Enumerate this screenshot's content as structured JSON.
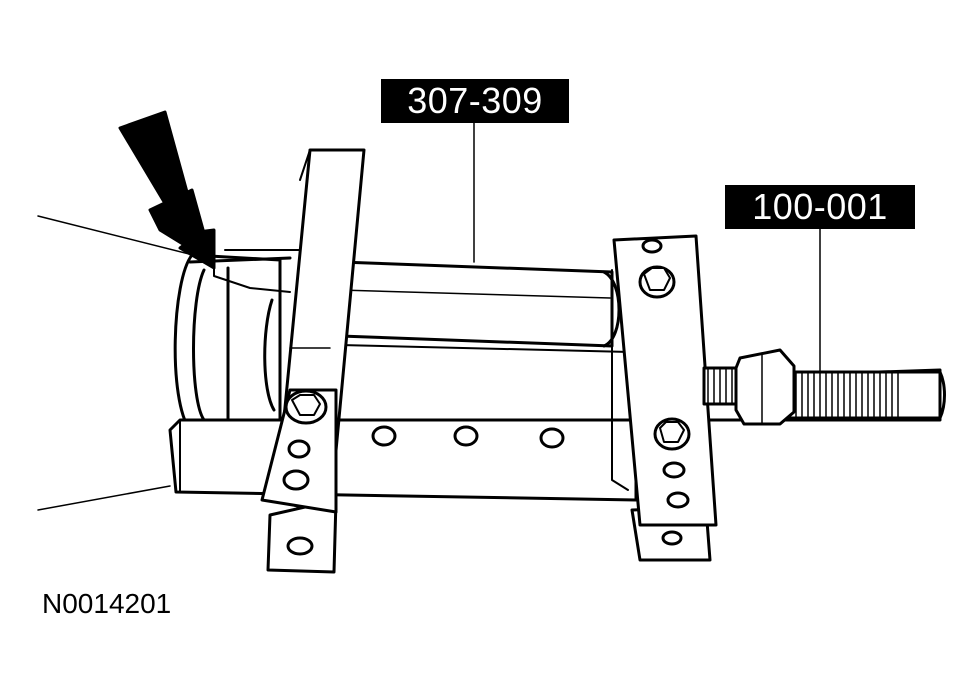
{
  "figure": {
    "callouts": [
      {
        "label": "307-309"
      },
      {
        "label": "100-001"
      }
    ],
    "figure_id": "N0014201",
    "colors": {
      "line": "#000000",
      "fill": "#ffffff",
      "label_bg": "#000000",
      "label_text": "#ffffff"
    }
  }
}
